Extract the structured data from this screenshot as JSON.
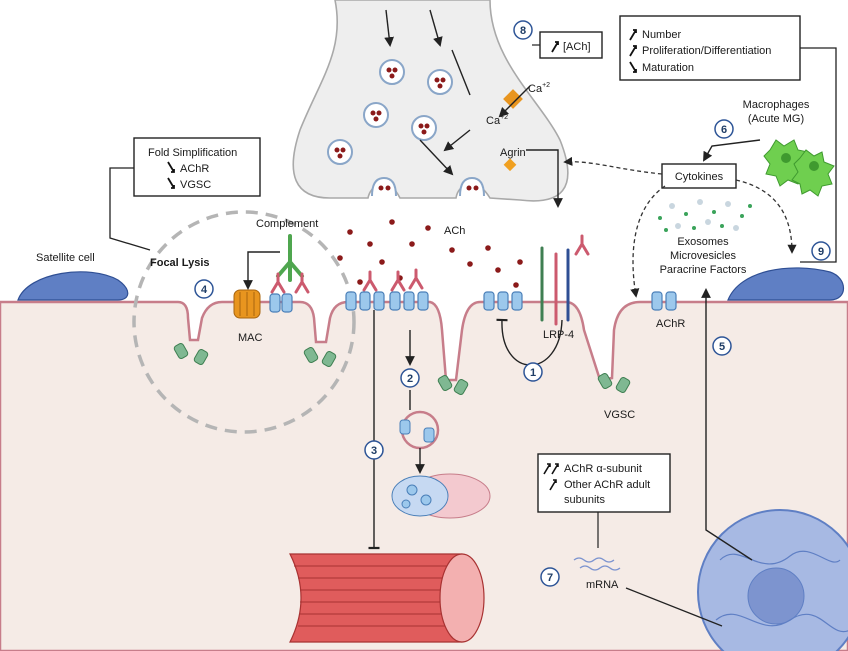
{
  "labels": {
    "ach_box": "[ACh]",
    "number": "Number",
    "prolif": "Proliferation/Differentiation",
    "maturation": "Maturation",
    "ca_upper": "Ca",
    "ca_upper_sup": "+2",
    "ca_lower": "Ca",
    "ca_lower_sup": "+2",
    "macrophages_line1": "Macrophages",
    "macrophages_line2": "(Acute MG)",
    "agrin": "Agrin",
    "cytokines": "Cytokines",
    "exosomes": "Exosomes",
    "microvesicles": "Microvesicles",
    "paracrine": "Paracrine Factors",
    "fold_simplification": "Fold Simplification",
    "fold_achr": "AChR",
    "fold_vgsc": "VGSC",
    "satellite_cell": "Satellite cell",
    "focal_lysis": "Focal Lysis",
    "complement": "Complement",
    "ach": "ACh",
    "mac": "MAC",
    "lrp4": "LRP-4",
    "achr": "AChR",
    "vgsc": "VGSC",
    "achr_alpha": "AChR α-subunit",
    "other_achr_line1": "Other AChR adult",
    "other_achr_line2": "subunits",
    "mrna": "mRNA"
  },
  "steps": [
    "1",
    "2",
    "3",
    "4",
    "5",
    "6",
    "7",
    "8",
    "9"
  ],
  "colors": {
    "muscle": "#f5ebe6",
    "membrane": "#c77d8a",
    "terminal": "#eeeeee",
    "terminal_stroke": "#a9a9a9",
    "receptor": "#9cc8ec",
    "receptor_stroke": "#4a7fb8",
    "vgsc": "#7fb892",
    "ach_dot": "#8b1a1a",
    "antibody": "#cc5a6e",
    "complement": "#4fa64f",
    "mac": "#e8951f",
    "satellite": "#5f7fc4",
    "macrophage": "#6fcf4f",
    "nucleus": "#a7b9e3",
    "fiber": "#e05c5c",
    "agrin": "#f0a020",
    "step_circle": "#2e5597"
  },
  "icons": [
    "up-arrow-icon",
    "down-arrow-icon",
    "double-up-arrow-icon"
  ]
}
